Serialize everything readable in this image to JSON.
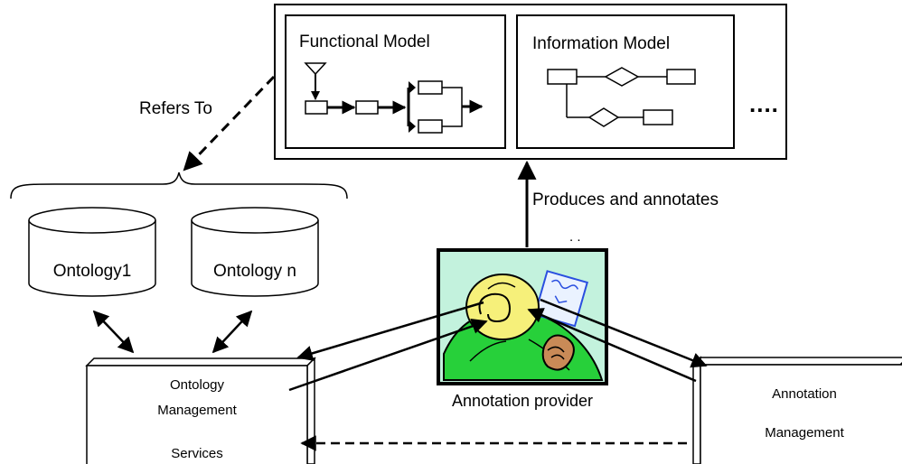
{
  "models": {
    "functional_title": "Functional Model",
    "information_title": "Information Model",
    "more_marker": "...."
  },
  "relations": {
    "refers_to": "Refers To",
    "produces_and_annotates": "Produces and annotates",
    "stray_marks": ". ."
  },
  "ontologies": {
    "first": "Ontology1",
    "last": "Ontology n"
  },
  "actor": {
    "label": "Annotation provider"
  },
  "services": {
    "ontology_management": [
      "Ontology",
      "Management",
      "Services"
    ],
    "annotation_management": [
      "Annotation",
      "Management"
    ]
  },
  "colors": {
    "stroke": "#000000",
    "picture_background": "#c3f2dd",
    "figure_green": "#27d03a",
    "hair_yellow": "#f6f07a",
    "skin_brown": "#c98a57",
    "note_paper": "#eaf2ff",
    "note_blue": "#2a4fe0"
  }
}
